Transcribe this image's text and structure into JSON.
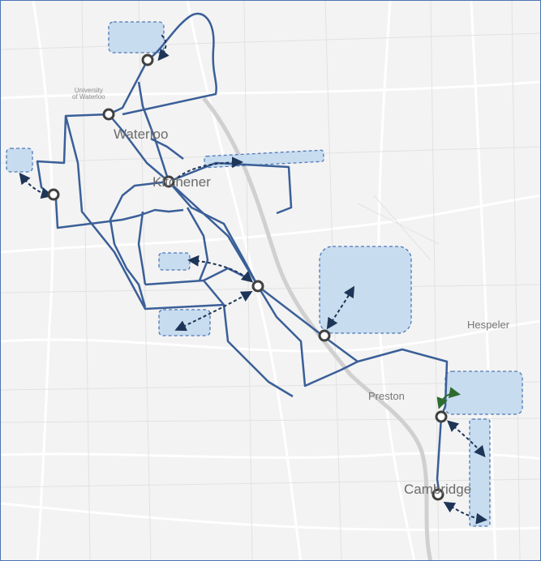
{
  "labels": {
    "waterloo": "Waterloo",
    "kitchener": "Kitchener",
    "university_line1": "University",
    "university_line2": "of Waterloo",
    "hespeler": "Hespeler",
    "preston": "Preston",
    "cambridge": "Cambridge"
  },
  "colors": {
    "route": "#3a5f98",
    "zone_fill": "#c8dcef",
    "zone_border": "#4d79b8",
    "station_ring": "#404040",
    "arrow": "#1d3557",
    "green_arrow": "#2e6b2e",
    "river": "#c9c9c9",
    "road": "#ffffff"
  },
  "icons": {
    "station": "station-circle-icon",
    "walk_arrow": "double-headed-dashed-arrow-icon"
  }
}
